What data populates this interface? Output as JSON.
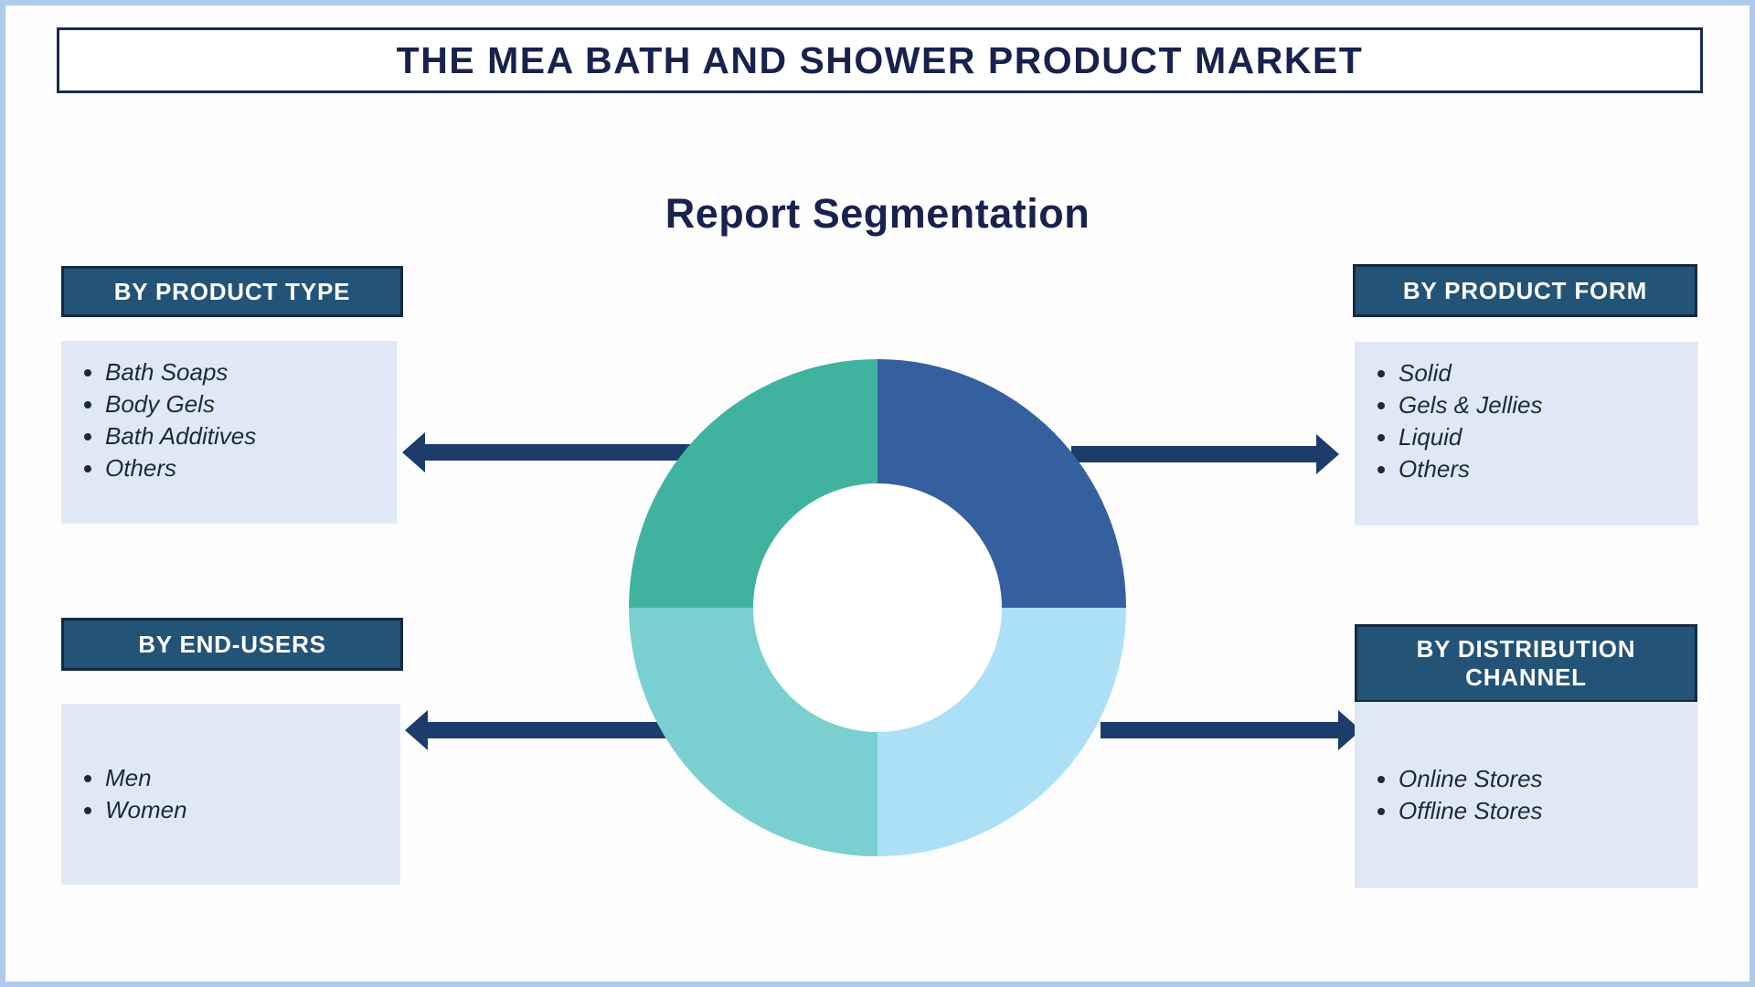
{
  "colors": {
    "frame": "#AECBE8",
    "navy_text": "#19224D",
    "header_bg": "#235377",
    "header_border": "#16293E",
    "header_text": "#FFFFFF",
    "panel_bg": "#DEE9F5",
    "list_text": "#1C2B3A",
    "arrow": "#1C3C6C",
    "title_border": "#1A2B52"
  },
  "header": {
    "title": "THE MEA BATH AND SHOWER PRODUCT MARKET"
  },
  "subtitle": "Report Segmentation",
  "panels": {
    "product_type": {
      "label": "BY PRODUCT TYPE",
      "items": [
        "Bath Soaps",
        "Body Gels",
        "Bath Additives",
        "Others"
      ]
    },
    "product_form": {
      "label": "BY PRODUCT FORM",
      "items": [
        "Solid",
        "Gels & Jellies",
        "Liquid",
        "Others"
      ]
    },
    "end_users": {
      "label": "BY END-USERS",
      "items": [
        "Men",
        "Women"
      ]
    },
    "distribution_channel": {
      "label": "BY DISTRIBUTION CHANNEL",
      "items": [
        "Online Stores",
        "Offline Stores"
      ]
    }
  },
  "donut": {
    "quadrants": [
      {
        "position": "top-right",
        "color": "#35609F"
      },
      {
        "position": "bottom-right",
        "color": "#ACE0F7"
      },
      {
        "position": "bottom-left",
        "color": "#7AD0D0"
      },
      {
        "position": "top-left",
        "color": "#40B2A0"
      }
    ]
  }
}
